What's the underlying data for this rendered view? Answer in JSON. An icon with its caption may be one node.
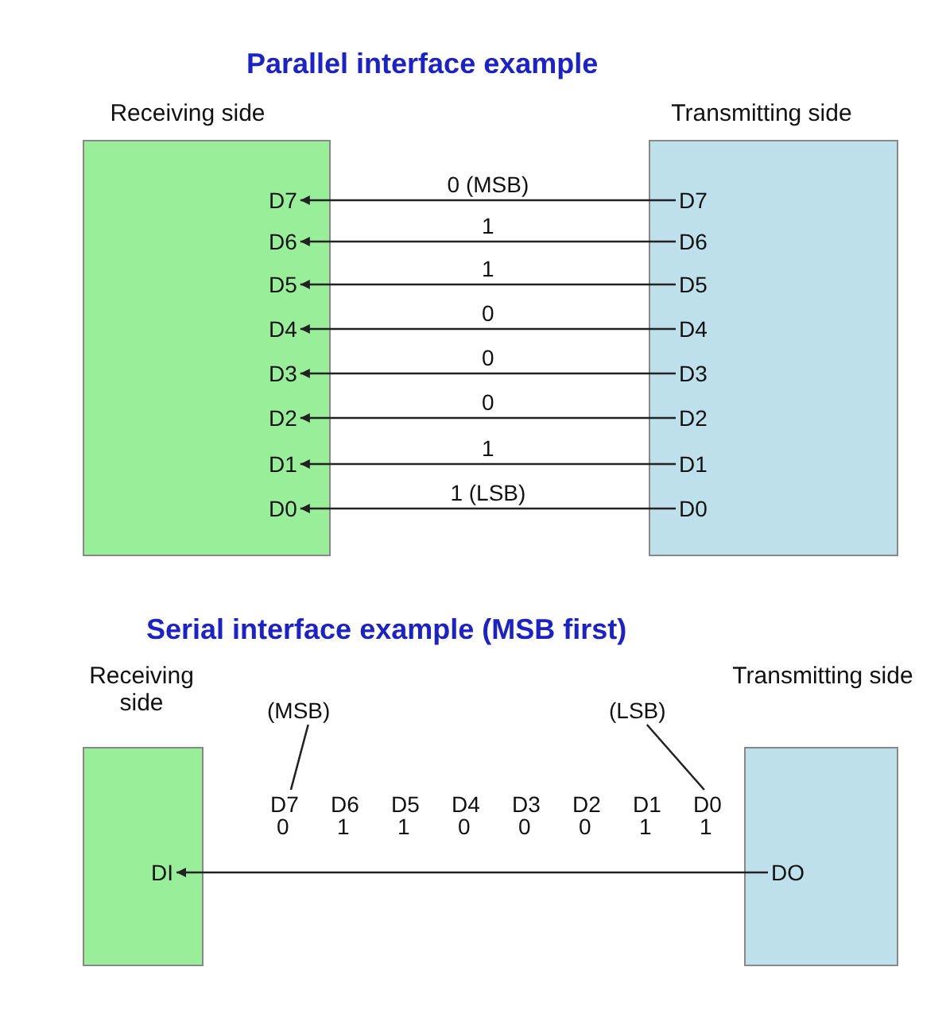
{
  "diagram": {
    "nodes": [
      {
        "text": [
          "Receiving side"
        ]
      },
      {
        "text": [
          "D7"
        ],
        "in": 0
      },
      {
        "text": [
          "D6"
        ],
        "in": 0
      },
      {
        "text": [
          "D5"
        ],
        "in": 0
      },
      {
        "text": [
          "D4"
        ],
        "in": 0
      },
      {
        "text": [
          "D3"
        ],
        "in": 0
      },
      {
        "text": [
          "D2"
        ],
        "in": 0
      },
      {
        "text": [
          "D1"
        ],
        "in": 0
      },
      {
        "text": [
          "D0"
        ],
        "in": 0
      },
      {
        "text": [
          "Transmitting side"
        ]
      },
      {
        "text": [
          "D7"
        ],
        "in": 9
      },
      {
        "text": [
          "D6"
        ],
        "in": 9
      },
      {
        "text": [
          "D5"
        ],
        "in": 9
      },
      {
        "text": [
          "D4"
        ],
        "in": 9
      },
      {
        "text": [
          "D3"
        ],
        "in": 9
      },
      {
        "text": [
          "D2"
        ],
        "in": 9
      },
      {
        "text": [
          "D1"
        ],
        "in": 9
      },
      {
        "text": [
          "D0"
        ],
        "in": 9
      },
      {
        "text": [
          "Receiving side"
        ]
      },
      {
        "text": [
          "DI"
        ],
        "in": 18
      },
      {
        "text": [
          "Transmitting side"
        ]
      },
      {
        "text": [
          "DO"
        ],
        "in": 20
      },
      {
        "text": [
          "(MSB)"
        ]
      },
      {
        "text": [
          "(LSB)"
        ]
      },
      {
        "text": [
          "D7"
        ]
      },
      {
        "text": [
          "D0"
        ]
      }
    ],
    "edges": [
      {
        "from": 10,
        "to": 1,
        "arrow": "to",
        "label": "0 (MSB)"
      },
      {
        "from": 11,
        "to": 2,
        "arrow": "to",
        "label": "1"
      },
      {
        "from": 12,
        "to": 3,
        "arrow": "to",
        "label": "1"
      },
      {
        "from": 13,
        "to": 4,
        "arrow": "to",
        "label": "0"
      },
      {
        "from": 14,
        "to": 5,
        "arrow": "to",
        "label": "0"
      },
      {
        "from": 15,
        "to": 6,
        "arrow": "to",
        "label": "0"
      },
      {
        "from": 16,
        "to": 7,
        "arrow": "to",
        "label": "1"
      },
      {
        "from": 17,
        "to": 8,
        "arrow": "to",
        "label": "1 (LSB)"
      },
      {
        "from": 21,
        "to": 19,
        "arrow": "to"
      },
      {
        "from": 22,
        "to": 24,
        "arrow": "none"
      },
      {
        "from": 23,
        "to": 25,
        "arrow": "none"
      }
    ],
    "labels": [
      "Parallel interface example",
      "Serial interface example (MSB first)",
      "D6",
      "D5",
      "D4",
      "D3",
      "D2",
      "D1",
      "0",
      "1",
      "1",
      "0",
      "0",
      "0",
      "1",
      "1"
    ]
  }
}
